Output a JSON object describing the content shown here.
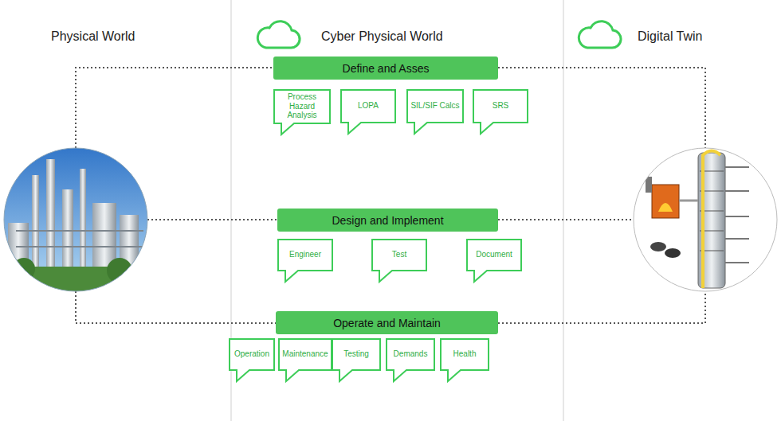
{
  "diagram": {
    "nodes": [
      {
        "text": [
          "Define and Asses"
        ]
      },
      {
        "text": [
          "Process Hazard Analysis"
        ]
      },
      {
        "text": [
          "LOPA"
        ]
      },
      {
        "text": [
          "SIL/SIF Calcs"
        ]
      },
      {
        "text": [
          "SRS"
        ]
      },
      {
        "text": [
          "Design and Implement"
        ]
      },
      {
        "text": [
          "Engineer"
        ]
      },
      {
        "text": [
          "Test"
        ]
      },
      {
        "text": [
          "Document"
        ]
      },
      {
        "text": [
          "Operate and Maintain"
        ]
      },
      {
        "text": [
          "Operation"
        ]
      },
      {
        "text": [
          "Maintenance"
        ]
      },
      {
        "text": [
          "Testing"
        ]
      },
      {
        "text": [
          "Demands"
        ]
      },
      {
        "text": [
          "Health"
        ]
      }
    ],
    "labels": [
      "Physical World",
      "Cyber Physical World",
      "Digital Twin"
    ]
  }
}
